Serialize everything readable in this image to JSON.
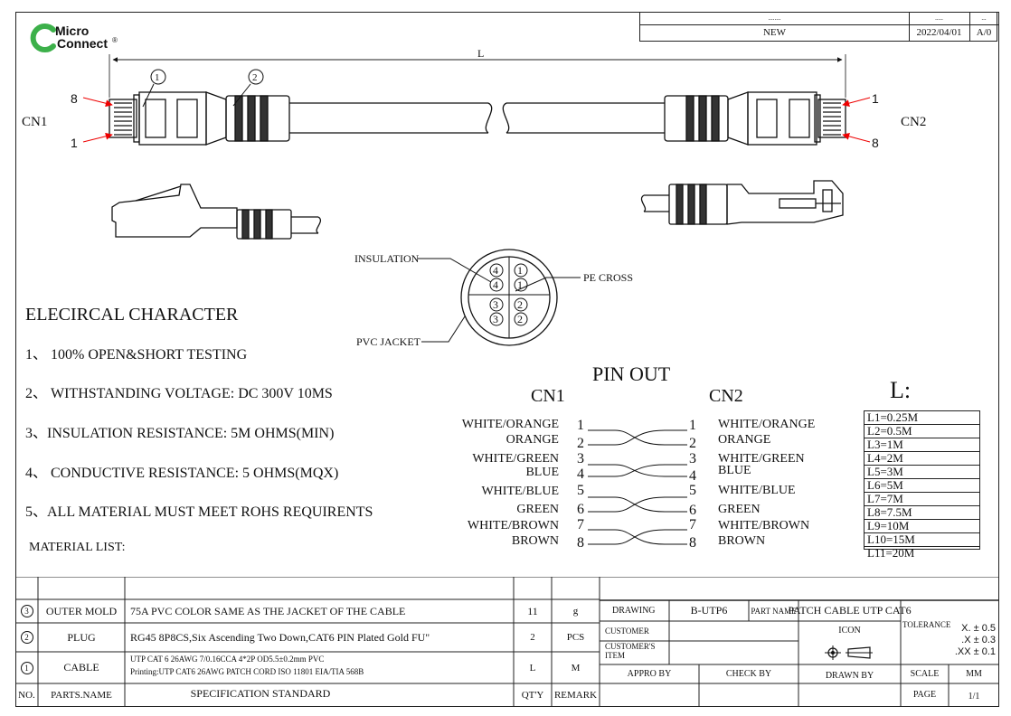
{
  "logo": {
    "line1": "Micro",
    "line2": "Connect",
    "mark": "®",
    "brand_color": "#3cb04a"
  },
  "revision": {
    "col1_header": "........",
    "col2_header": ".....",
    "col3_header": "...",
    "status": "NEW",
    "date": "2022/04/01",
    "rev": "A/0"
  },
  "drawing": {
    "length_label": "L",
    "cn1": "CN1",
    "cn2": "CN2",
    "pin8_left": "8",
    "pin1_left": "1",
    "pin1_right": "1",
    "pin8_right": "8",
    "callout1": "1",
    "callout2": "2",
    "insulation": "INSULATION",
    "pe_cross": "PE CROSS",
    "pvc_jacket": "PVC JACKET",
    "cross_section_numbers": [
      "4",
      "1",
      "4",
      "1",
      "3",
      "2",
      "3",
      "2"
    ]
  },
  "electrical": {
    "title": "ELECIRCAL CHARACTER",
    "items": [
      "1、 100% OPEN&SHORT TESTING",
      "2、 WITHSTANDING VOLTAGE: DC 300V 10MS",
      "3、INSULATION RESISTANCE: 5M OHMS(MIN)",
      "4、 CONDUCTIVE RESISTANCE: 5 OHMS(MQX)",
      "5、ALL MATERIAL MUST MEET ROHS REQUIRENTS"
    ],
    "material_list": "MATERIAL LIST:"
  },
  "pinout": {
    "title": "PIN OUT",
    "cn1": "CN1",
    "cn2": "CN2",
    "left": [
      {
        "color": "WHITE/ORANGE",
        "pin": "1"
      },
      {
        "color": "ORANGE",
        "pin": "2"
      },
      {
        "color": "WHITE/GREEN",
        "pin": "3"
      },
      {
        "color": "BLUE",
        "pin": "4"
      },
      {
        "color": "WHITE/BLUE",
        "pin": "5"
      },
      {
        "color": "GREEN",
        "pin": "6"
      },
      {
        "color": "WHITE/BROWN",
        "pin": "7"
      },
      {
        "color": "BROWN",
        "pin": "8"
      }
    ],
    "right": [
      {
        "color": "WHITE/ORANGE",
        "pin": "1"
      },
      {
        "color": "ORANGE",
        "pin": "2"
      },
      {
        "color": "WHITE/GREEN",
        "pin": "3"
      },
      {
        "color": "BLUE",
        "pin": "4"
      },
      {
        "color": "WHITE/BLUE",
        "pin": "5"
      },
      {
        "color": "GREEN",
        "pin": "6"
      },
      {
        "color": "WHITE/BROWN",
        "pin": "7"
      },
      {
        "color": "BROWN",
        "pin": "8"
      }
    ]
  },
  "lengths": {
    "title": "L:",
    "items": [
      "L1=0.25M",
      "L2=0.5M",
      "L3=1M",
      "L4=2M",
      "L5=3M",
      "L6=5M",
      "L7=7M",
      "L8=7.5M",
      "L9=10M",
      "L10=15M",
      "L11=20M"
    ]
  },
  "bom": {
    "rows": [
      {
        "no": "3",
        "name": "OUTER MOLD",
        "spec": "75A PVC COLOR SAME AS THE JACKET OF THE CABLE",
        "qty": "11",
        "remark": "g"
      },
      {
        "no": "2",
        "name": "PLUG",
        "spec": "RG45 8P8CS,Six Ascending Two Down,CAT6 PIN Plated Gold FU\"",
        "qty": "2",
        "remark": "PCS"
      },
      {
        "no": "1",
        "name": "CABLE",
        "spec": "UTP CAT 6 26AWG 7/0.16CCA  4*2P OD5.5±0.2mm PVC",
        "spec2": "Printing:UTP CAT6 26AWG PATCH CORD ISO 11801 EIA/TIA 568B",
        "qty": "L",
        "remark": "M"
      }
    ],
    "header": {
      "no": "NO.",
      "name": "PARTS.NAME",
      "spec": "SPECIFICATION STANDARD",
      "qty": "QT'Y",
      "remark": "REMARK"
    }
  },
  "title_block": {
    "drawing_label": "DRAWING",
    "drawing_value": "B-UTP6",
    "part_name_label": "PART NAME",
    "part_name_value": "PATCH CABLE UTP CAT6",
    "customer_label": "CUSTOMER",
    "customer_item_label": "CUSTOMER'S ITEM",
    "icon_label": "ICON",
    "tolerance_label": "TOLERANCE",
    "tolerances": [
      "X. ± 0.5",
      ".X ± 0.3",
      ".XX ± 0.1"
    ],
    "appro_by": "APPRO BY",
    "check_by": "CHECK BY",
    "drawn_by": "DRAWN BY",
    "scale_label": "SCALE",
    "scale_value": "MM",
    "page_label": "PAGE",
    "page_value": "1/1"
  }
}
